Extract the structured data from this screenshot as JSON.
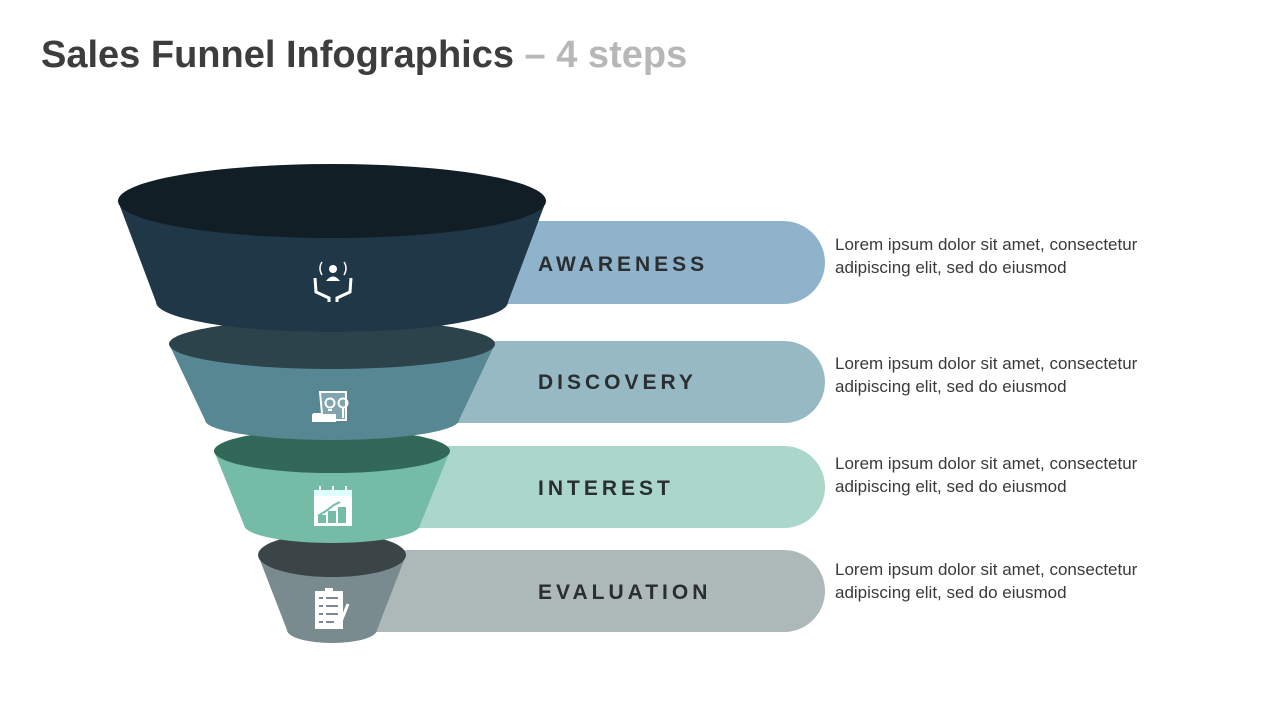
{
  "title": {
    "main": "Sales Funnel Infographics",
    "sub": "– 4 steps"
  },
  "steps": [
    {
      "label": "AWARENESS",
      "description": "Lorem ipsum dolor sit amet, consectetur adipiscing elit, sed do eiusmod",
      "icon": "hands-person-icon",
      "colors": {
        "top": "#121e26",
        "body": "#203747",
        "band": "#8fb3cb"
      }
    },
    {
      "label": "DISCOVERY",
      "description": "Lorem ipsum dolor sit amet, consectetur adipiscing elit, sed do eiusmod",
      "icon": "idea-search-icon",
      "colors": {
        "top": "#2c434b",
        "body": "#568793",
        "band": "#97b9c3"
      }
    },
    {
      "label": "INTEREST",
      "description": "Lorem ipsum dolor sit amet, consectetur adipiscing elit, sed do eiusmod",
      "icon": "calendar-growth-icon",
      "colors": {
        "top": "#316857",
        "body": "#74bca6",
        "band": "#abd6ca"
      }
    },
    {
      "label": "EVALUATION",
      "description": "Lorem ipsum dolor sit amet, consectetur adipiscing elit, sed do eiusmod",
      "icon": "checklist-icon",
      "colors": {
        "top": "#3b4547",
        "body": "#798b8e",
        "band": "#adb8b9"
      }
    }
  ]
}
